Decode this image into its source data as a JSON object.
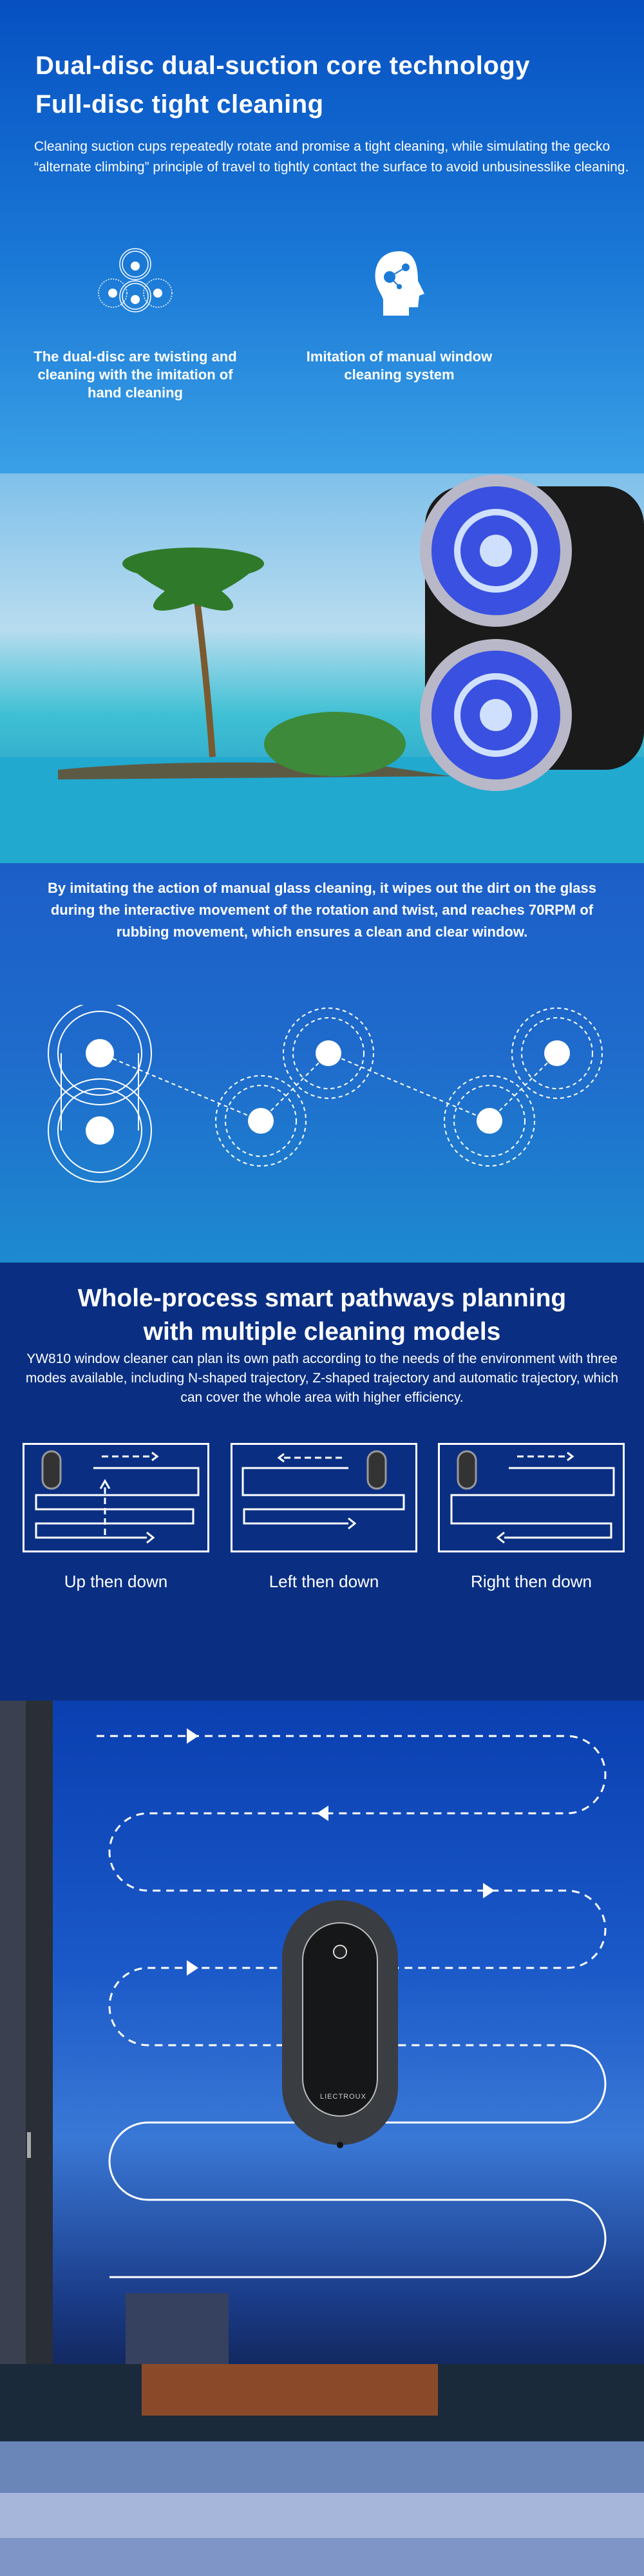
{
  "section1": {
    "title_line1": "Dual-disc dual-suction core technology",
    "title_line2": "Full-disc tight cleaning",
    "intro": "Cleaning suction cups repeatedly rotate and promise a tight cleaning, while simulating the gecko “alternate climbing” principle of travel to tightly contact the surface to avoid unbusinesslike cleaning.",
    "features": [
      {
        "icon": "dual-disc-icon",
        "label": "The dual-disc are twisting and cleaning with the imitation of hand cleaning"
      },
      {
        "icon": "brain-head-icon",
        "label": "Imitation of manual window cleaning system"
      }
    ]
  },
  "section3": {
    "text": "By imitating the action of manual glass cleaning, it wipes out the dirt on the glass during the interactive movement of the rotation and twist, and reaches 70RPM of rubbing movement, which ensures a clean and clear window."
  },
  "section4": {
    "title_line1": "Whole-process smart pathways planning",
    "title_line2": "with multiple cleaning models",
    "text": "YW810 window cleaner can plan its own path according to the needs of the environment with three modes available, including N-shaped trajectory, Z-shaped trajectory and automatic trajectory, which can cover the whole area with higher efficiency.",
    "modes": [
      {
        "label": "Up then down"
      },
      {
        "label": "Left then down"
      },
      {
        "label": "Right then down"
      }
    ]
  },
  "section5": {
    "brand": "LIECTROUX"
  }
}
